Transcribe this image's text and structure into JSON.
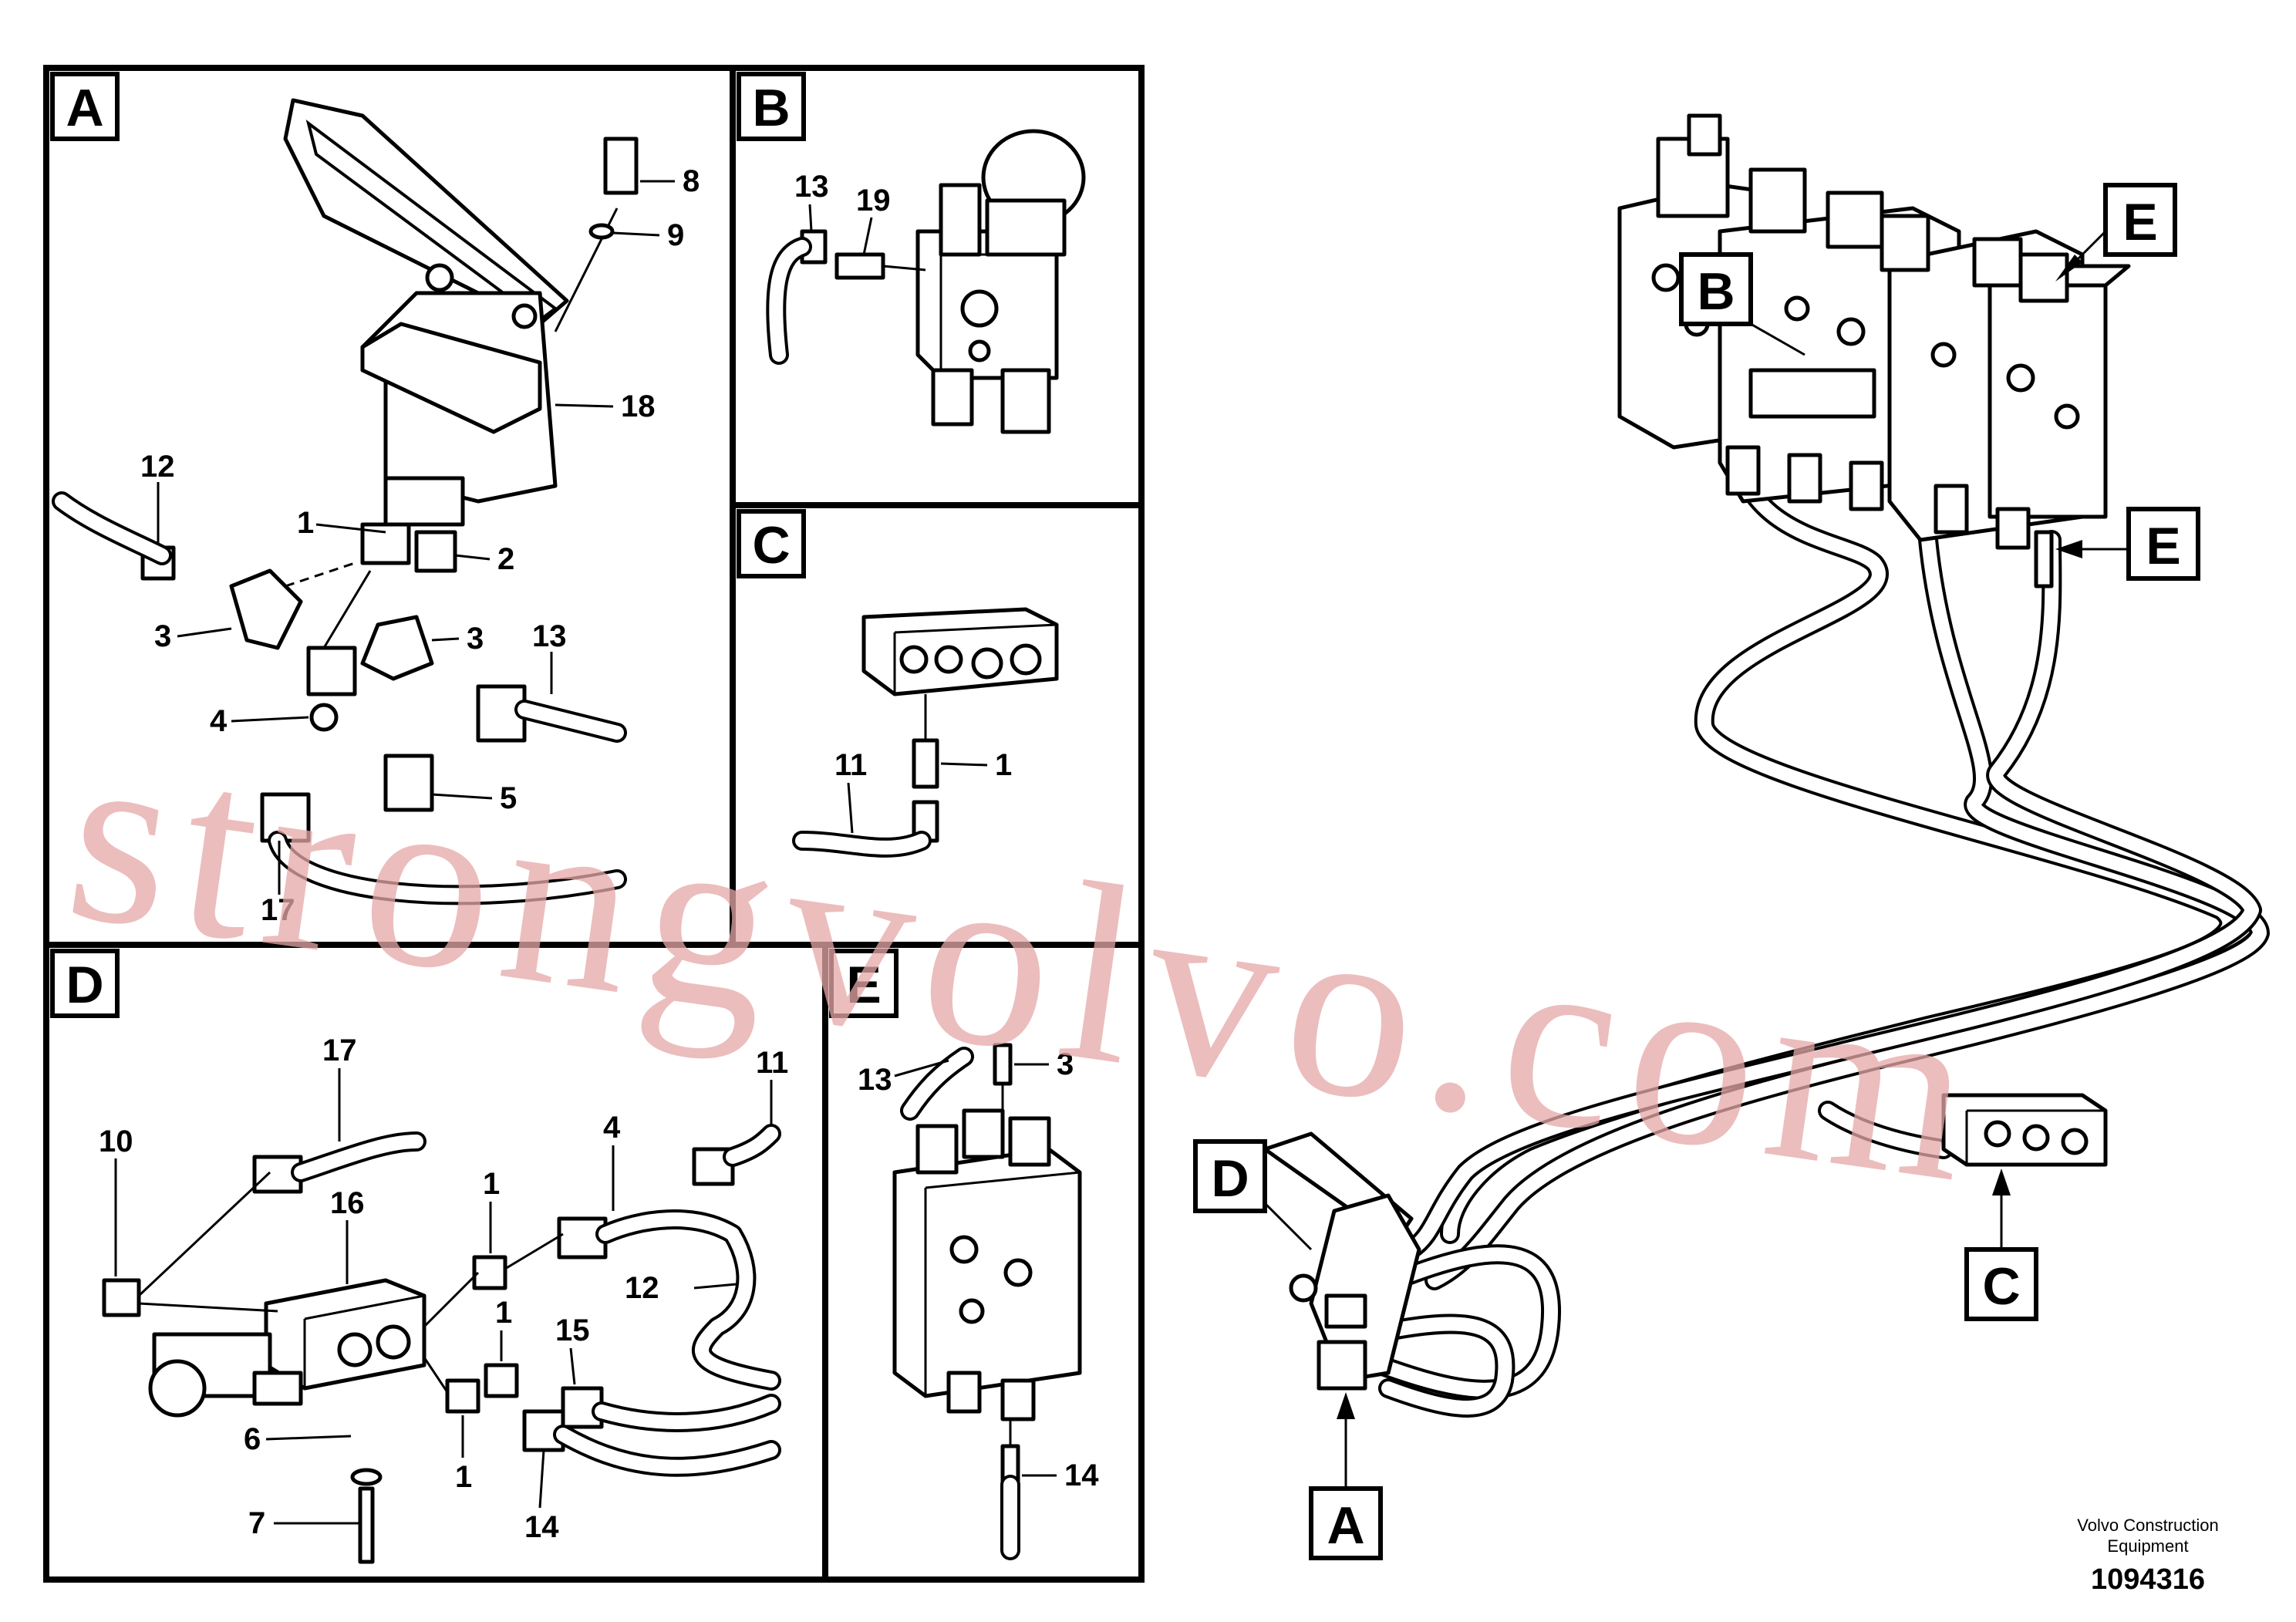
{
  "panels": {
    "a": {
      "label": "A"
    },
    "b": {
      "label": "B"
    },
    "c": {
      "label": "C"
    },
    "d": {
      "label": "D"
    },
    "e": {
      "label": "E"
    }
  },
  "overview_callouts": {
    "a": "A",
    "b": "B",
    "c": "C",
    "d": "D",
    "e1": "E",
    "e2": "E"
  },
  "part_numbers": {
    "a": [
      "8",
      "9",
      "18",
      "12",
      "1",
      "2",
      "3",
      "3",
      "13",
      "4",
      "5",
      "17"
    ],
    "b": [
      "13",
      "19"
    ],
    "c": [
      "11",
      "1"
    ],
    "d": [
      "17",
      "11",
      "10",
      "4",
      "1",
      "16",
      "12",
      "1",
      "15",
      "6",
      "1",
      "14",
      "7"
    ],
    "e": [
      "13",
      "3",
      "14"
    ]
  },
  "watermark": "strongvolvo.com",
  "brand": {
    "line1": "Volvo Construction",
    "line2": "Equipment",
    "drawing_number": "1094316"
  }
}
